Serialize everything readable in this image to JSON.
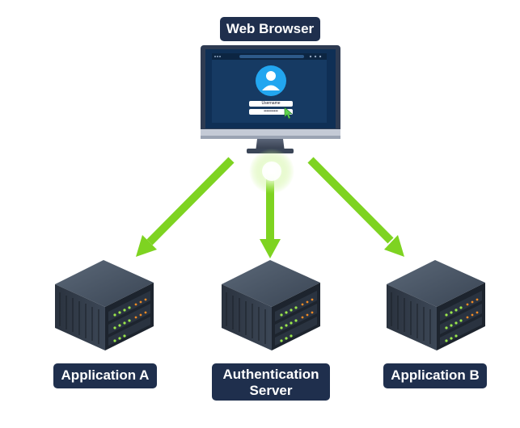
{
  "labels": {
    "browser": "Web Browser",
    "app_a": "Application A",
    "auth": "Authentication Server",
    "app_b": "Application B"
  },
  "login_form": {
    "username": "Username",
    "password": "••••••••••"
  },
  "colors": {
    "label_bg": "#1f2f4d",
    "arrow": "#7ed321",
    "monitor_frame": "#2e3b52",
    "screen": "#163a63",
    "avatar": "#22a6f0",
    "server_body": "#33404f",
    "led_green": "#9be84a",
    "led_orange": "#f08a24"
  },
  "icons": [
    "monitor-icon",
    "user-avatar-icon",
    "cursor-icon",
    "server-icon",
    "arrow-icon"
  ]
}
